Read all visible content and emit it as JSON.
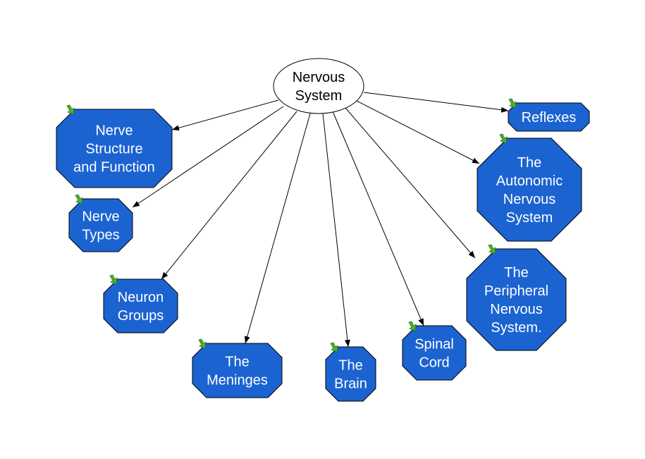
{
  "diagram": {
    "colors": {
      "node_fill": "#1b63d1",
      "node_stroke": "#000000",
      "edge": "#000000",
      "root_fill": "#ffffff",
      "link_icon": "#4caf2e"
    },
    "root": {
      "id": "nervous-system",
      "lines": [
        "Nervous",
        "System"
      ]
    },
    "nodes": [
      {
        "id": "nerve-structure",
        "lines": [
          "Nerve",
          "Structure",
          "and Function"
        ],
        "icon": "link-arrow-icon"
      },
      {
        "id": "nerve-types",
        "lines": [
          "Nerve",
          "Types"
        ],
        "icon": "link-arrow-icon"
      },
      {
        "id": "neuron-groups",
        "lines": [
          "Neuron",
          "Groups"
        ],
        "icon": "link-arrow-icon"
      },
      {
        "id": "the-meninges",
        "lines": [
          "The",
          "Meninges"
        ],
        "icon": "link-arrow-icon"
      },
      {
        "id": "the-brain",
        "lines": [
          "The",
          "Brain"
        ],
        "icon": "link-arrow-icon"
      },
      {
        "id": "spinal-cord",
        "lines": [
          "Spinal",
          "Cord"
        ],
        "icon": "link-arrow-icon"
      },
      {
        "id": "peripheral-nervous-system",
        "lines": [
          "The",
          "Peripheral",
          "Nervous",
          "System."
        ],
        "icon": "link-arrow-icon"
      },
      {
        "id": "autonomic-nervous-system",
        "lines": [
          "The",
          "Autonomic",
          "Nervous",
          "System"
        ],
        "icon": "link-arrow-icon"
      },
      {
        "id": "reflexes",
        "lines": [
          "Reflexes"
        ],
        "icon": "link-arrow-icon"
      }
    ],
    "edges": [
      {
        "from": "nervous-system",
        "to": "nerve-structure"
      },
      {
        "from": "nervous-system",
        "to": "nerve-types"
      },
      {
        "from": "nervous-system",
        "to": "neuron-groups"
      },
      {
        "from": "nervous-system",
        "to": "the-meninges"
      },
      {
        "from": "nervous-system",
        "to": "the-brain"
      },
      {
        "from": "nervous-system",
        "to": "spinal-cord"
      },
      {
        "from": "nervous-system",
        "to": "peripheral-nervous-system"
      },
      {
        "from": "nervous-system",
        "to": "autonomic-nervous-system"
      },
      {
        "from": "nervous-system",
        "to": "reflexes"
      }
    ]
  }
}
